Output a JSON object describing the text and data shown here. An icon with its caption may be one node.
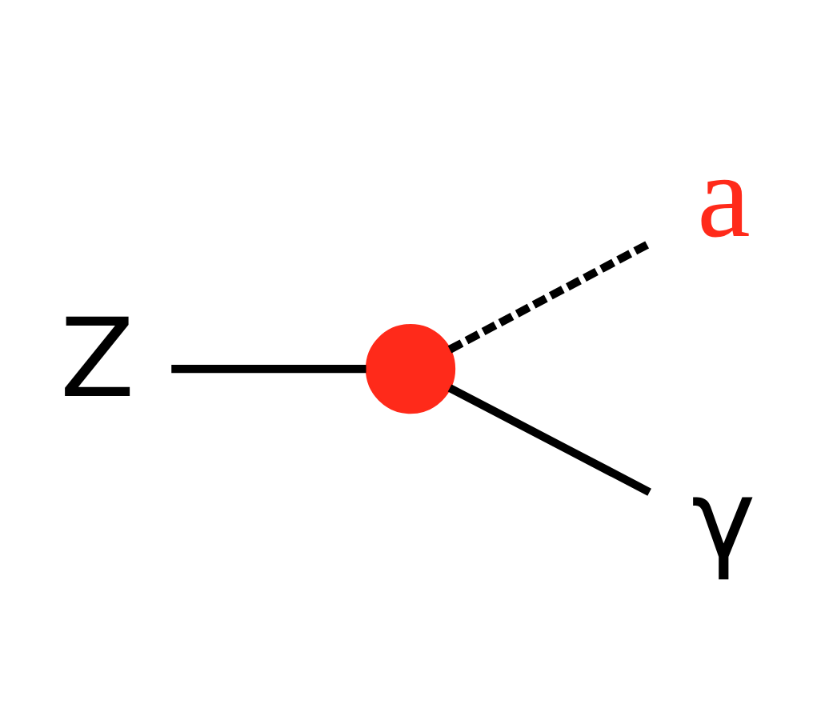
{
  "diagram": {
    "nodes": [
      {
        "text": [
          "a"
        ]
      },
      {
        "text": [
          "Z"
        ]
      },
      {
        "text": [],
        "shape": "circle"
      },
      {
        "text": [
          "γ"
        ]
      }
    ],
    "edges": [
      {
        "from": 1,
        "to": 2,
        "arrow": "none"
      },
      {
        "from": 2,
        "to": 0,
        "arrow": "none",
        "style": "dashed"
      },
      {
        "from": 2,
        "to": 3,
        "arrow": "none"
      }
    ]
  }
}
